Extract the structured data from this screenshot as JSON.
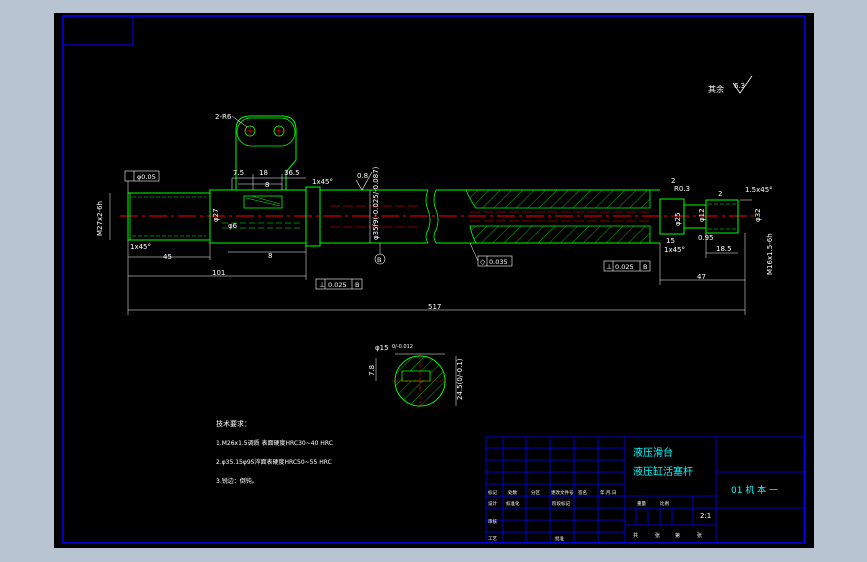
{
  "colors": {
    "background": "#b9c4d2",
    "sheet": "#000000",
    "frame": "#0000ff",
    "part_outline": "#00ff00",
    "centerline": "#ff0000",
    "dimension": "#ffffff",
    "text": "#ffffff",
    "title_text": "#00ffff",
    "hatch": "#00ff00"
  },
  "drawing": {
    "roughness_note": "其余",
    "roughness_value": "6.3",
    "ear_radius_label": "2-R6",
    "dimensions": {
      "d7_5": "7.5",
      "d18": "18",
      "d36_5": "36.5",
      "d8": "8",
      "d8b": "8",
      "d45": "45",
      "d101": "101",
      "d517": "517",
      "d47": "47",
      "d15": "15",
      "d18_5": "18.5",
      "d2": "2",
      "d2b": "2",
      "chamfer_1x45_a": "1x45°",
      "chamfer_1x45_b": "1x45°",
      "chamfer_1x45_c": "1x45°",
      "chamfer_1_5x45": "1.5x45°",
      "r0_3": "R0.3",
      "thread_left": "M27x2-6h",
      "dia_27": "φ27",
      "dia_56": "φ6",
      "dia_main": "φ35f9(-0.025/-0.087)",
      "dia_right": "φ32",
      "dia_thread_right": "M16x1.5-6h",
      "dia_25": "φ25",
      "dia_12": "φ12",
      "roughness_0_8": "0.8",
      "tol_0_95": "0.95"
    },
    "gdt": {
      "round_left": "φ0.05",
      "perp_a": "0.025",
      "perp_a_datum": "B",
      "runout": "0.035",
      "perp_b": "0.025",
      "perp_b_datum": "B",
      "datum_label": "B"
    },
    "section": {
      "dia_label": "φ15",
      "dia_tol": "0/-0.012",
      "depth_label": "7.8",
      "height_label": "24.5(0/-0.1)"
    },
    "notes": {
      "heading": "技术要求：",
      "items": [
        "1.M26x1.5调质 表面硬度HRC30~40 HRC",
        "2.φ35.15φ95淬面表硬度HRC50~55 HRC",
        "3.锐边：倒钝。"
      ]
    }
  },
  "title_block": {
    "project": "液压滑台",
    "part_name": "液压缸活塞杆",
    "drawing_no": "01 机 本 一",
    "scale": "2:1",
    "row_labels": [
      "标记",
      "处数",
      "分区",
      "更改文件号",
      "签名",
      "年.月.日"
    ],
    "row2_labels": [
      "设计",
      "标准化",
      "",
      "阶段标记",
      "重量",
      "比例"
    ],
    "row3_labels": [
      "审核",
      "",
      ""
    ],
    "row4_labels": [
      "工艺",
      "",
      "批准"
    ],
    "bottom_labels": [
      "共",
      "张",
      "第",
      "张"
    ]
  }
}
